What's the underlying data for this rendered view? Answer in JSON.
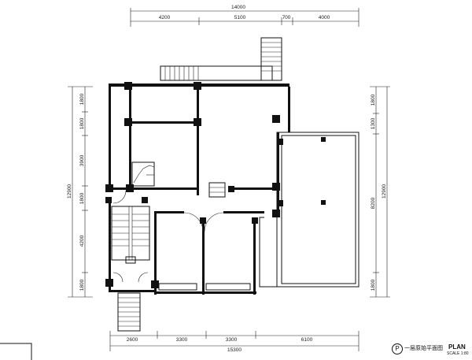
{
  "dimensions": {
    "top_total": "14000",
    "top_segments": [
      "4200",
      "5100",
      "700",
      "4000"
    ],
    "bottom_total": "15300",
    "bottom_segments": [
      "2600",
      "3300",
      "3300",
      "6100"
    ],
    "left_total": "12900",
    "left_segments": [
      "1800",
      "1800",
      "3900",
      "1800",
      "4200",
      "1800"
    ],
    "right_total": "12900",
    "right_segments": [
      "1800",
      "1300",
      "8200",
      "1800"
    ]
  },
  "title_block": {
    "badge": "P",
    "name_cn": "一层原始平面图",
    "name_en": "PLAN",
    "scale": "SCALE 1:80"
  }
}
